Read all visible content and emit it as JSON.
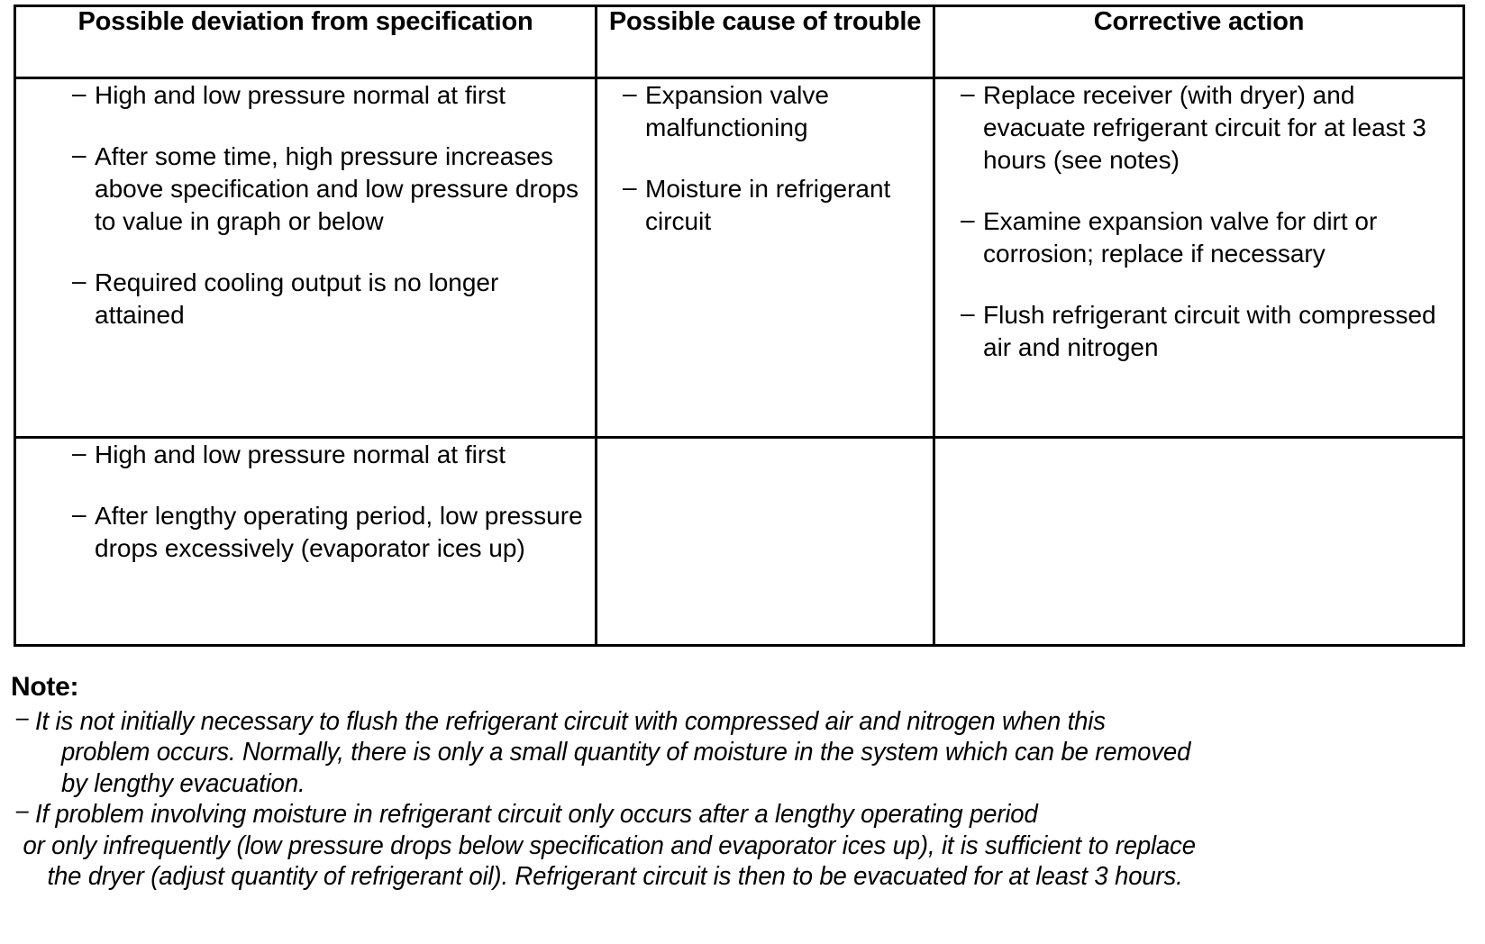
{
  "table": {
    "headers": [
      "Possible deviation from specification",
      "Possible cause of trouble",
      "Corrective action"
    ],
    "rows": [
      {
        "deviation": [
          "High and low pressure normal at first",
          "After some time, high pressure increases above specification and low pressure drops to value in graph or below",
          "Required cooling output is no longer attained"
        ],
        "cause": [
          "Expansion valve malfunctioning",
          "Moisture in refrigerant circuit"
        ],
        "action": [
          "Replace receiver (with dryer) and evacuate refrigerant circuit for at least 3 hours (see notes)",
          "Examine expansion valve for dirt or corrosion; replace if necessary",
          "Flush refrigerant circuit with compressed air and nitrogen"
        ]
      },
      {
        "deviation": [
          "High and low pressure normal at first",
          "After lengthy operating period, low pressure drops excessively (evaporator ices up)"
        ],
        "cause": [],
        "action": []
      }
    ]
  },
  "note": {
    "title": "Note:",
    "items": [
      {
        "lines": [
          "It is not initially necessary to flush the refrigerant circuit with compressed air and nitrogen when this",
          "problem occurs. Normally, there is only a small quantity of moisture in the system which can be removed",
          "by lengthy evacuation."
        ]
      },
      {
        "lines": [
          "If problem involving moisture in refrigerant circuit only occurs after a lengthy operating period",
          "or only infrequently (low pressure drops below specification and evaporator ices up), it is sufficient to replace",
          "the dryer (adjust quantity of refrigerant oil). Refrigerant circuit is then to be evacuated for at least 3 hours."
        ]
      }
    ]
  },
  "glyphs": {
    "dash": "–"
  },
  "colors": {
    "ink": "#000000",
    "paper": "#ffffff"
  }
}
